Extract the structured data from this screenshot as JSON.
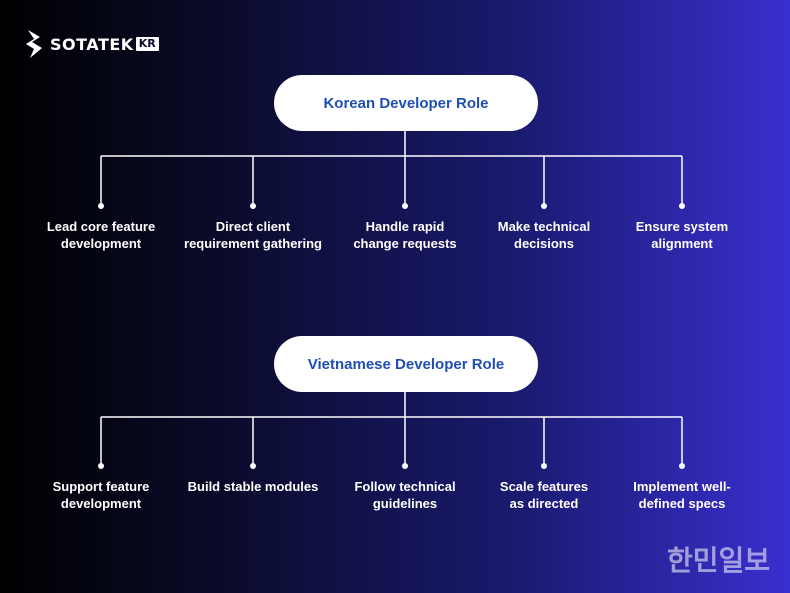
{
  "brand": {
    "name": "SOTATEK",
    "suffix": "KR"
  },
  "roles": [
    {
      "title": "Korean Developer Role",
      "items": [
        [
          "Lead core feature",
          "development"
        ],
        [
          "Direct client",
          "requirement gathering"
        ],
        [
          "Handle rapid",
          "change requests"
        ],
        [
          "Make technical",
          "decisions"
        ],
        [
          "Ensure system",
          "alignment"
        ]
      ]
    },
    {
      "title": "Vietnamese Developer Role",
      "items": [
        [
          "Support feature",
          "development"
        ],
        [
          "Build stable modules"
        ],
        [
          "Follow technical",
          "guidelines"
        ],
        [
          "Scale features",
          "as directed"
        ],
        [
          "Implement well-",
          "defined specs"
        ]
      ]
    }
  ],
  "watermark": "한민일보",
  "colors": {
    "line": "#ffffff",
    "pill_text": "#1f4fb4"
  }
}
